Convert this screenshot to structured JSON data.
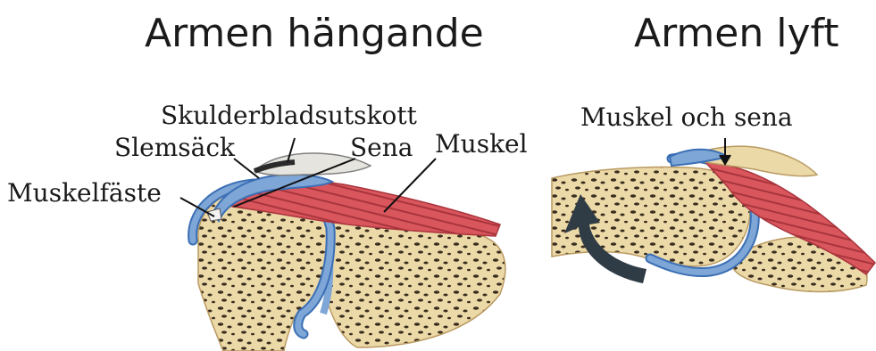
{
  "titles": {
    "left": "Armen hängande",
    "right": "Armen lyft"
  },
  "labels": {
    "scapula_process": "Skulderbladsutskott",
    "bursa": "Slemsäck",
    "tendon": "Sena",
    "muscle": "Muskel",
    "muscle_attachment": "Muskelfäste",
    "muscle_and_tendon": "Muskel och sena"
  },
  "colors": {
    "bone": "#ecd9a8",
    "bone_spots": "#3a2d1f",
    "cartilage": "#7ea6d6",
    "cartilage_edge": "#3b6fb5",
    "muscle": "#d9565d",
    "muscle_dark": "#a8343c",
    "arrow": "#2f3b45"
  }
}
